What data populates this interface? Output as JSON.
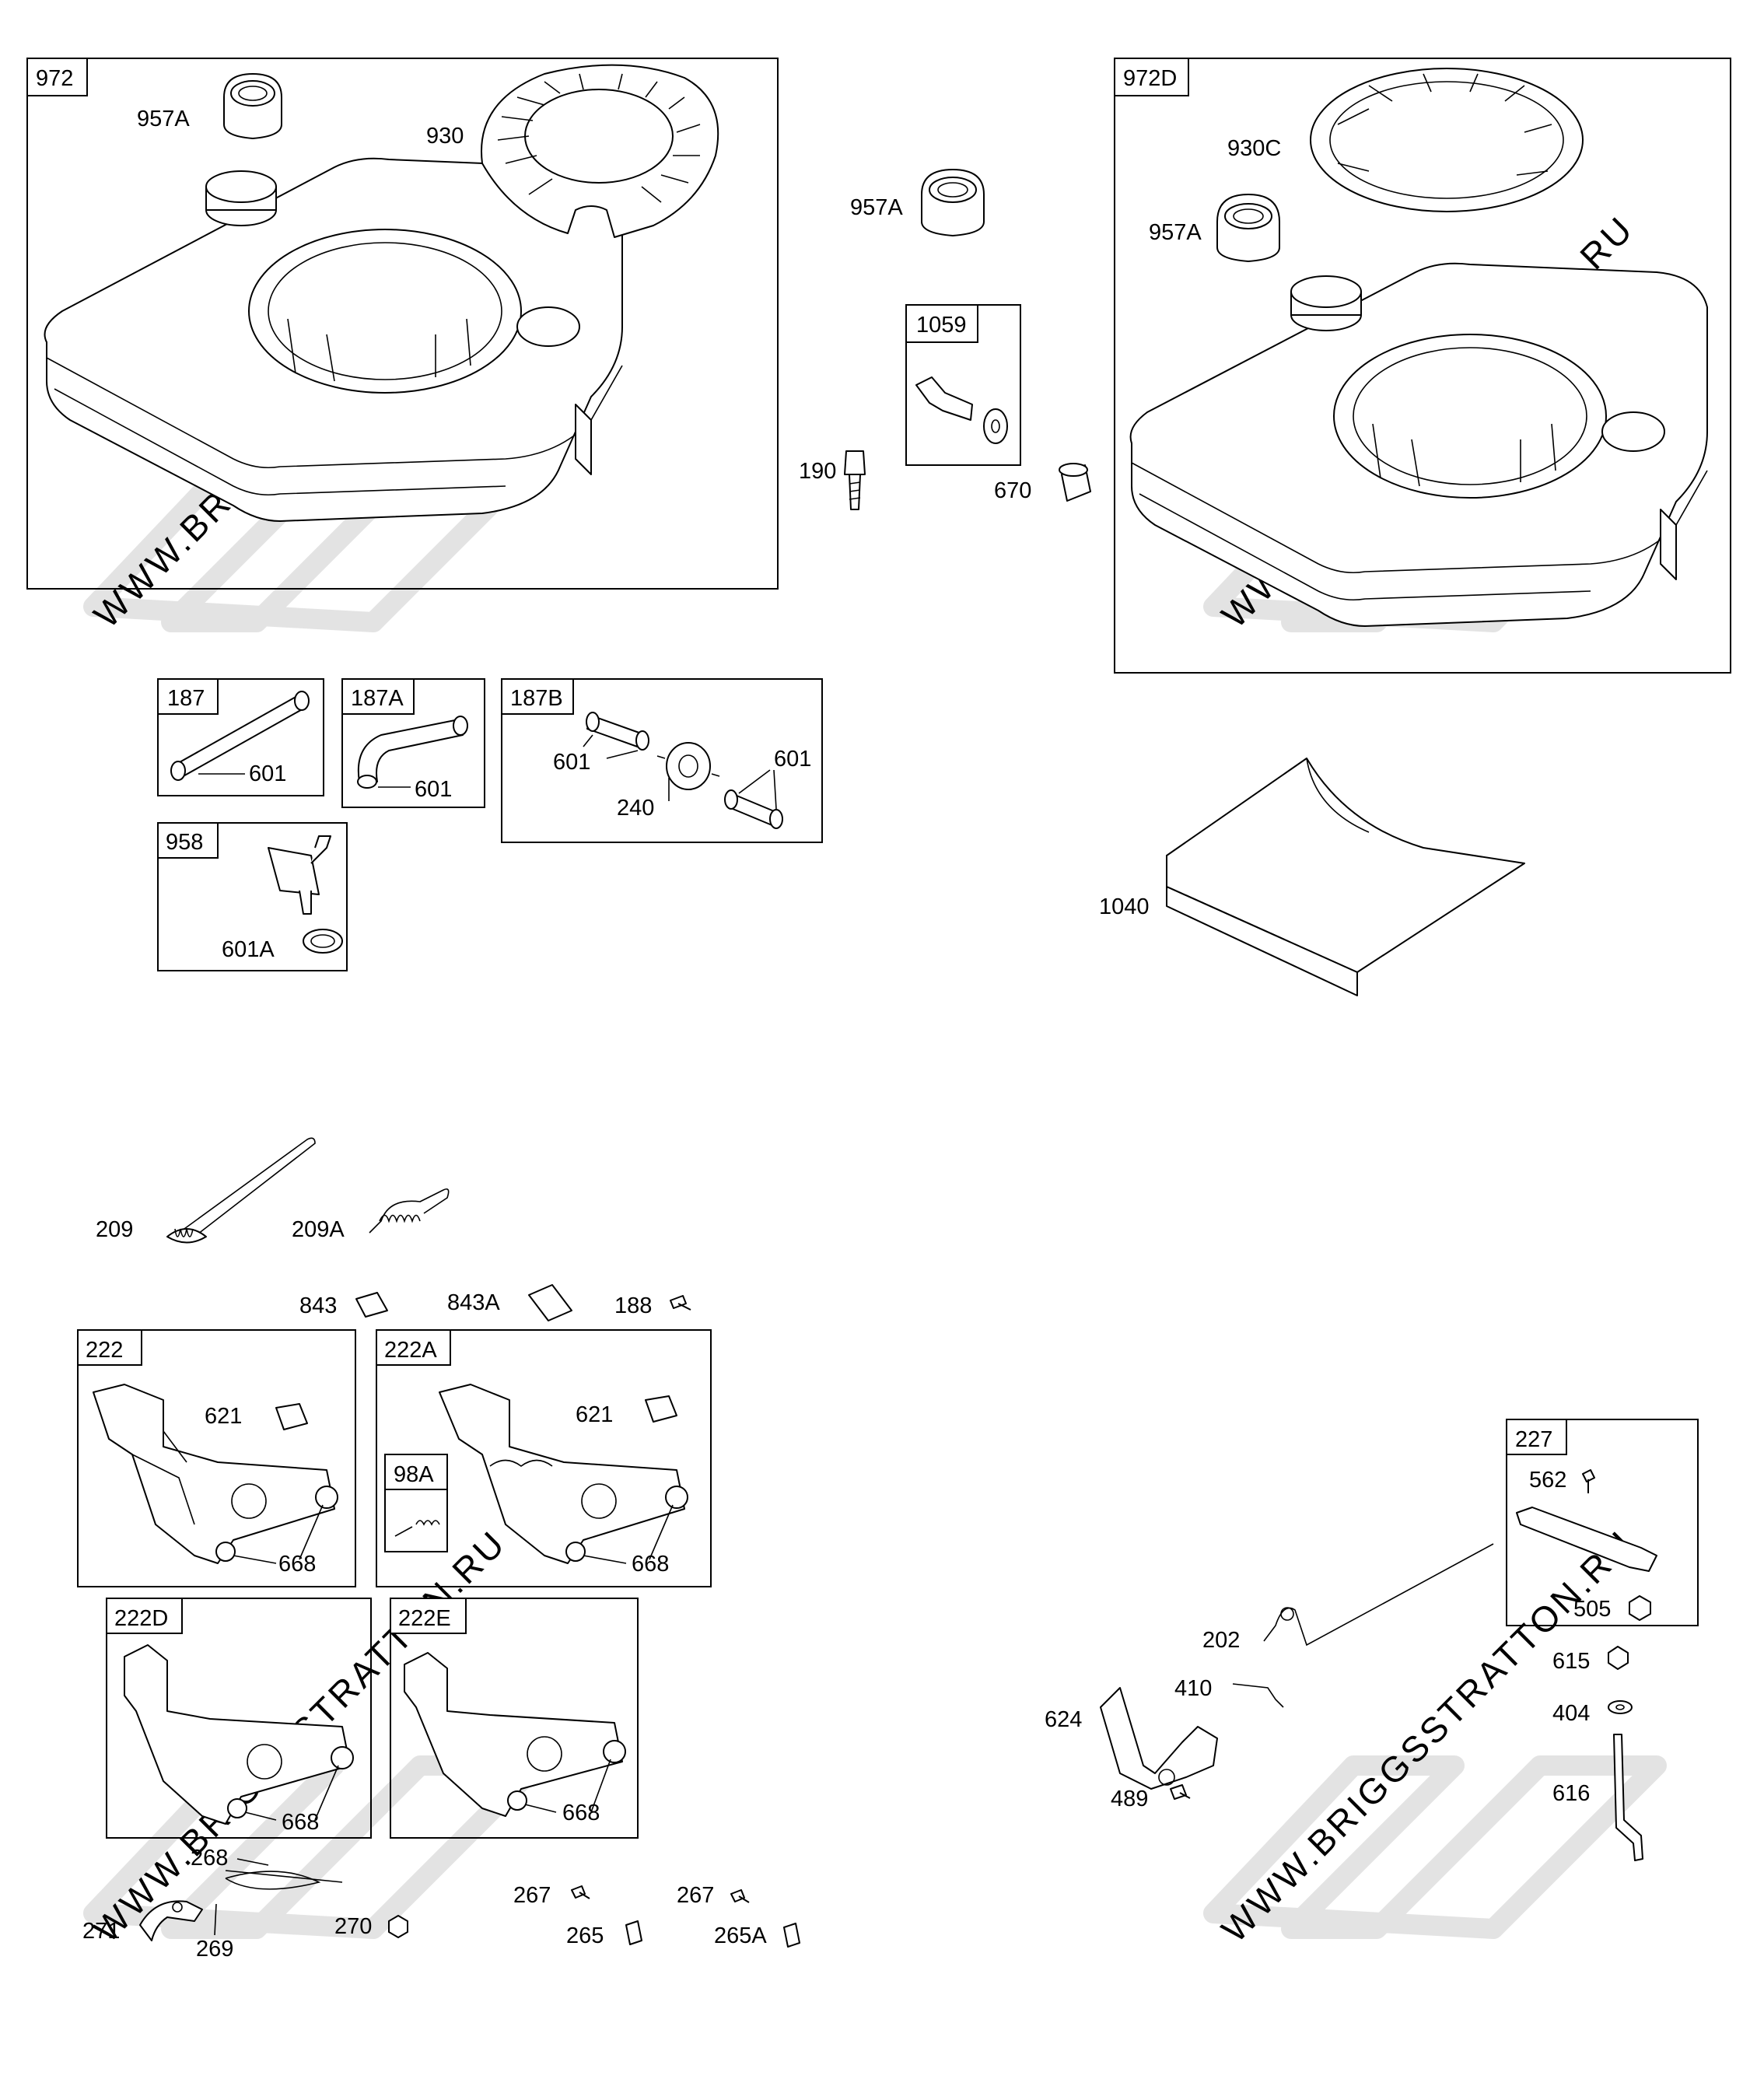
{
  "watermark": "WWW.BRIGGSSTRATTON.RU",
  "boxes": {
    "b972": "972",
    "b972D": "972D",
    "b1059": "1059",
    "b187": "187",
    "b187A": "187A",
    "b187B": "187B",
    "b958": "958",
    "b222": "222",
    "b222A": "222A",
    "b98A": "98A",
    "b222D": "222D",
    "b222E": "222E",
    "b227": "227"
  },
  "labels": {
    "l957A_1": "957A",
    "l930": "930",
    "l957A_2": "957A",
    "l930C": "930C",
    "l957A_3": "957A",
    "l190": "190",
    "l670": "670",
    "l601_187": "601",
    "l601_187A": "601",
    "l601_187B_a": "601",
    "l601_187B_b": "601",
    "l240": "240",
    "l601A": "601A",
    "l1040": "1040",
    "l209": "209",
    "l209A": "209A",
    "l843": "843",
    "l843A": "843A",
    "l188": "188",
    "l621_a": "621",
    "l668_a": "668",
    "l621_b": "621",
    "l668_b": "668",
    "l668_c": "668",
    "l668_d": "668",
    "l268": "268",
    "l271": "271",
    "l269": "269",
    "l270": "270",
    "l267_a": "267",
    "l265": "265",
    "l267_b": "267",
    "l265A": "265A",
    "l562": "562",
    "l505": "505",
    "l202": "202",
    "l410": "410",
    "l624": "624",
    "l489": "489",
    "l615": "615",
    "l404": "404",
    "l616": "616"
  }
}
